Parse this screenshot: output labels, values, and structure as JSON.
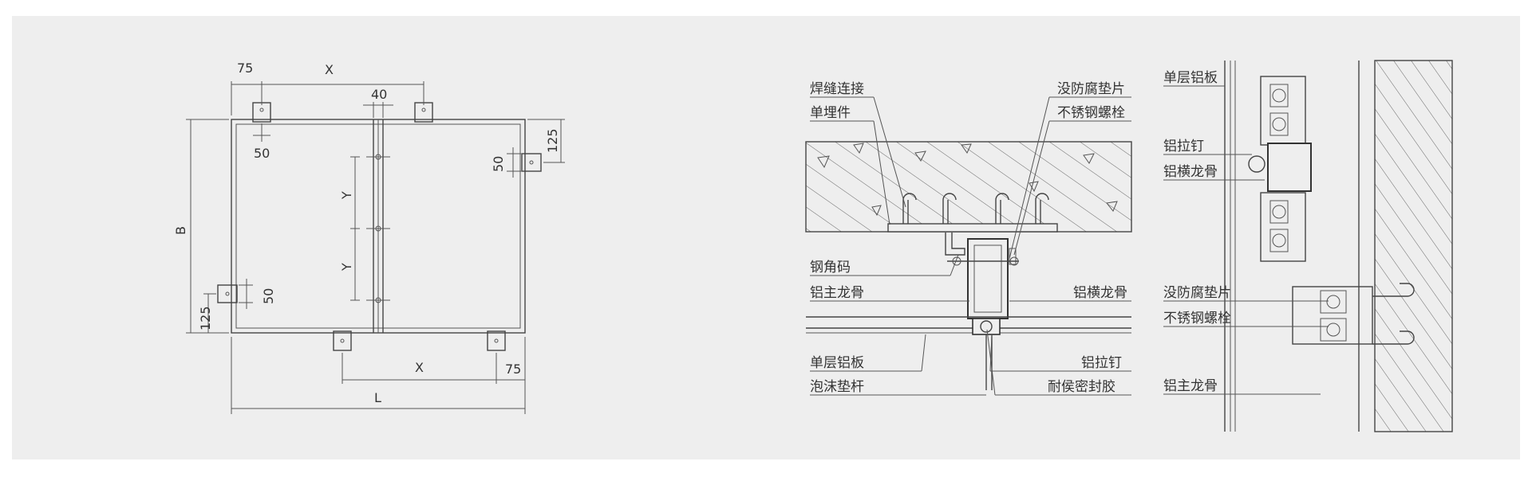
{
  "panel_plan": {
    "dims": {
      "top_left_75": "75",
      "top_x": "X",
      "top_40": "40",
      "top_50": "50",
      "right_125": "125",
      "right_50": "50",
      "mid_y1": "Y",
      "mid_y2": "Y",
      "left_b": "B",
      "left_125": "125",
      "left_50": "50",
      "bottom_x": "X",
      "bottom_75": "75",
      "bottom_l": "L"
    }
  },
  "section_detail": {
    "labels": {
      "weld": "焊缝连接",
      "embed": "单埋件",
      "anticorrosion_pad": "没防腐垫片",
      "stainless_bolt": "不锈钢螺栓",
      "steel_angle": "钢角码",
      "main_keel": "铝主龙骨",
      "cross_keel": "铝横龙骨",
      "single_panel": "单层铝板",
      "rivet": "铝拉钉",
      "foam_rod": "泡沫垫杆",
      "sealant": "耐侯密封胶"
    }
  },
  "side_detail": {
    "labels": {
      "single_panel": "单层铝板",
      "rivet": "铝拉钉",
      "cross_keel": "铝横龙骨",
      "anticorrosion_pad": "没防腐垫片",
      "stainless_bolt": "不锈钢螺栓",
      "main_keel": "铝主龙骨"
    }
  }
}
